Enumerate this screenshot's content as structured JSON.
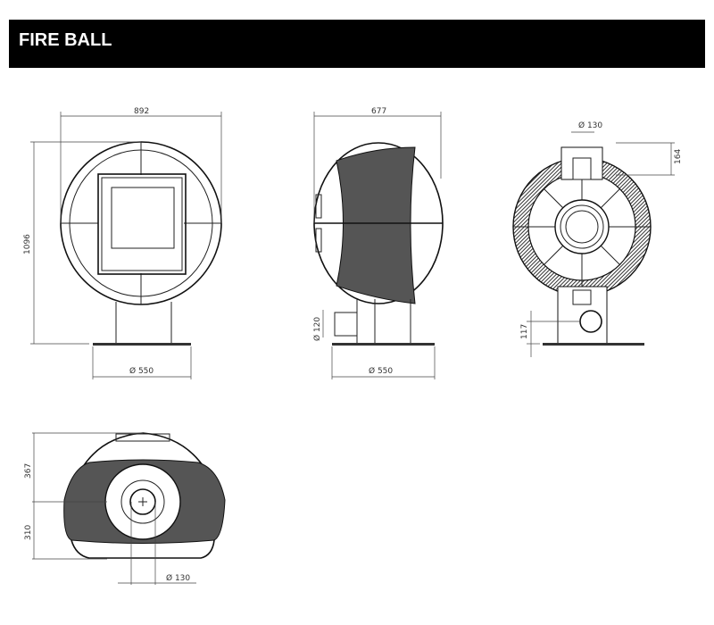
{
  "header": {
    "title": "FIRE BALL",
    "background": "#000000",
    "text_color": "#ffffff"
  },
  "views": {
    "front": {
      "width": "892",
      "height": "1096",
      "base": "Ø   550"
    },
    "side": {
      "depth": "677",
      "flue": "Ø  120",
      "base": "Ø   550"
    },
    "rear": {
      "flue": "Ø   130",
      "flue_offset": "164",
      "outlet_height": "117"
    },
    "top": {
      "upper": "367",
      "lower": "310",
      "flue": "Ø   130"
    }
  }
}
